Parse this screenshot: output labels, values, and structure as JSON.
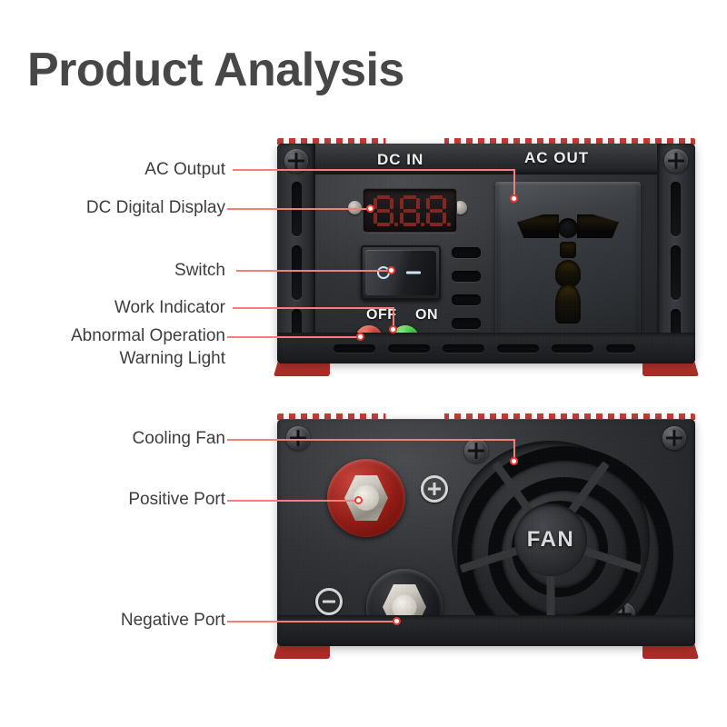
{
  "page": {
    "title": "Product Analysis",
    "background": "#ffffff"
  },
  "theme": {
    "title_color": "#474747",
    "label_color": "#3d3d3d",
    "leader_color": "#f28078",
    "dot_color": "#ee3b30",
    "chassis_color": "#2b2d31",
    "accent_red": "#c0332c"
  },
  "callouts": {
    "top_unit": [
      {
        "id": "ac-output",
        "label": "AC Output"
      },
      {
        "id": "dc-display",
        "label": "DC Digital Display"
      },
      {
        "id": "switch",
        "label": "Switch"
      },
      {
        "id": "work-indicator",
        "label": "Work Indicator"
      },
      {
        "id": "warning-light",
        "label": "Abnormal Operation\nWarning Light"
      }
    ],
    "bottom_unit": [
      {
        "id": "cooling-fan",
        "label": "Cooling Fan"
      },
      {
        "id": "positive-port",
        "label": "Positive Port"
      },
      {
        "id": "negative-port",
        "label": "Negative Port"
      }
    ]
  },
  "top_unit": {
    "name": "inverter-front-panel",
    "dc_in_label": "DC IN",
    "ac_out_label": "AC OUT",
    "display": {
      "value": "888",
      "digits": 3,
      "color": "#8e2a22"
    },
    "switch": {
      "off_symbol": "O",
      "on_symbol": "—"
    },
    "indicators": [
      {
        "id": "off-led",
        "label": "OFF",
        "color": "#b81d14",
        "state": "red"
      },
      {
        "id": "on-led",
        "label": "ON",
        "color": "#18a81c",
        "state": "green"
      }
    ],
    "socket": {
      "type": "universal-ac-socket"
    }
  },
  "bottom_unit": {
    "name": "inverter-rear-panel",
    "fan_label": "FAN",
    "positive_terminal": {
      "symbol": "+",
      "ring_color": "#8e1a14"
    },
    "negative_terminal": {
      "symbol": "−",
      "ring_color": "#1a1b1e"
    }
  }
}
